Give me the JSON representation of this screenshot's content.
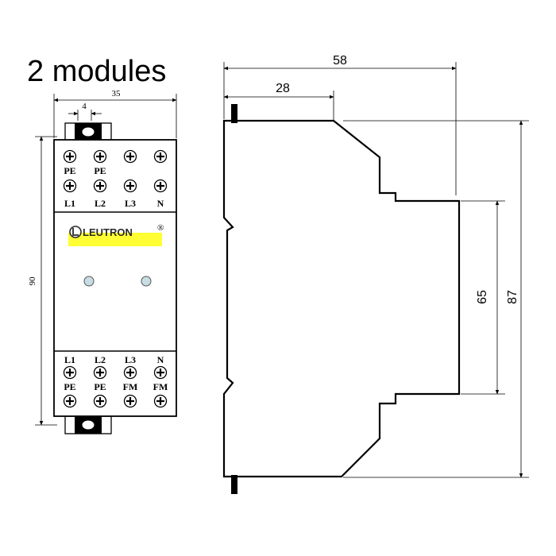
{
  "title": "2 modules",
  "front_view": {
    "width_dim": "35",
    "rail_dim": "4",
    "height_dim": "90",
    "top_terminals_row1": [
      "PE",
      "PE",
      "",
      ""
    ],
    "top_terminals_row2": [
      "L1",
      "L2",
      "L3",
      "N"
    ],
    "bottom_terminals_row1": [
      "L1",
      "L2",
      "L3",
      "N"
    ],
    "bottom_terminals_row2": [
      "PE",
      "PE",
      "FM",
      "FM"
    ],
    "brand": "LEUTRON",
    "brand_mark": "®",
    "colors": {
      "brand_stripe": "#ffff33",
      "led": "#c8dde3"
    }
  },
  "side_view": {
    "depth_dim": "58",
    "front_depth_dim": "28",
    "inner_height_dim": "65",
    "outer_height_dim": "87"
  }
}
